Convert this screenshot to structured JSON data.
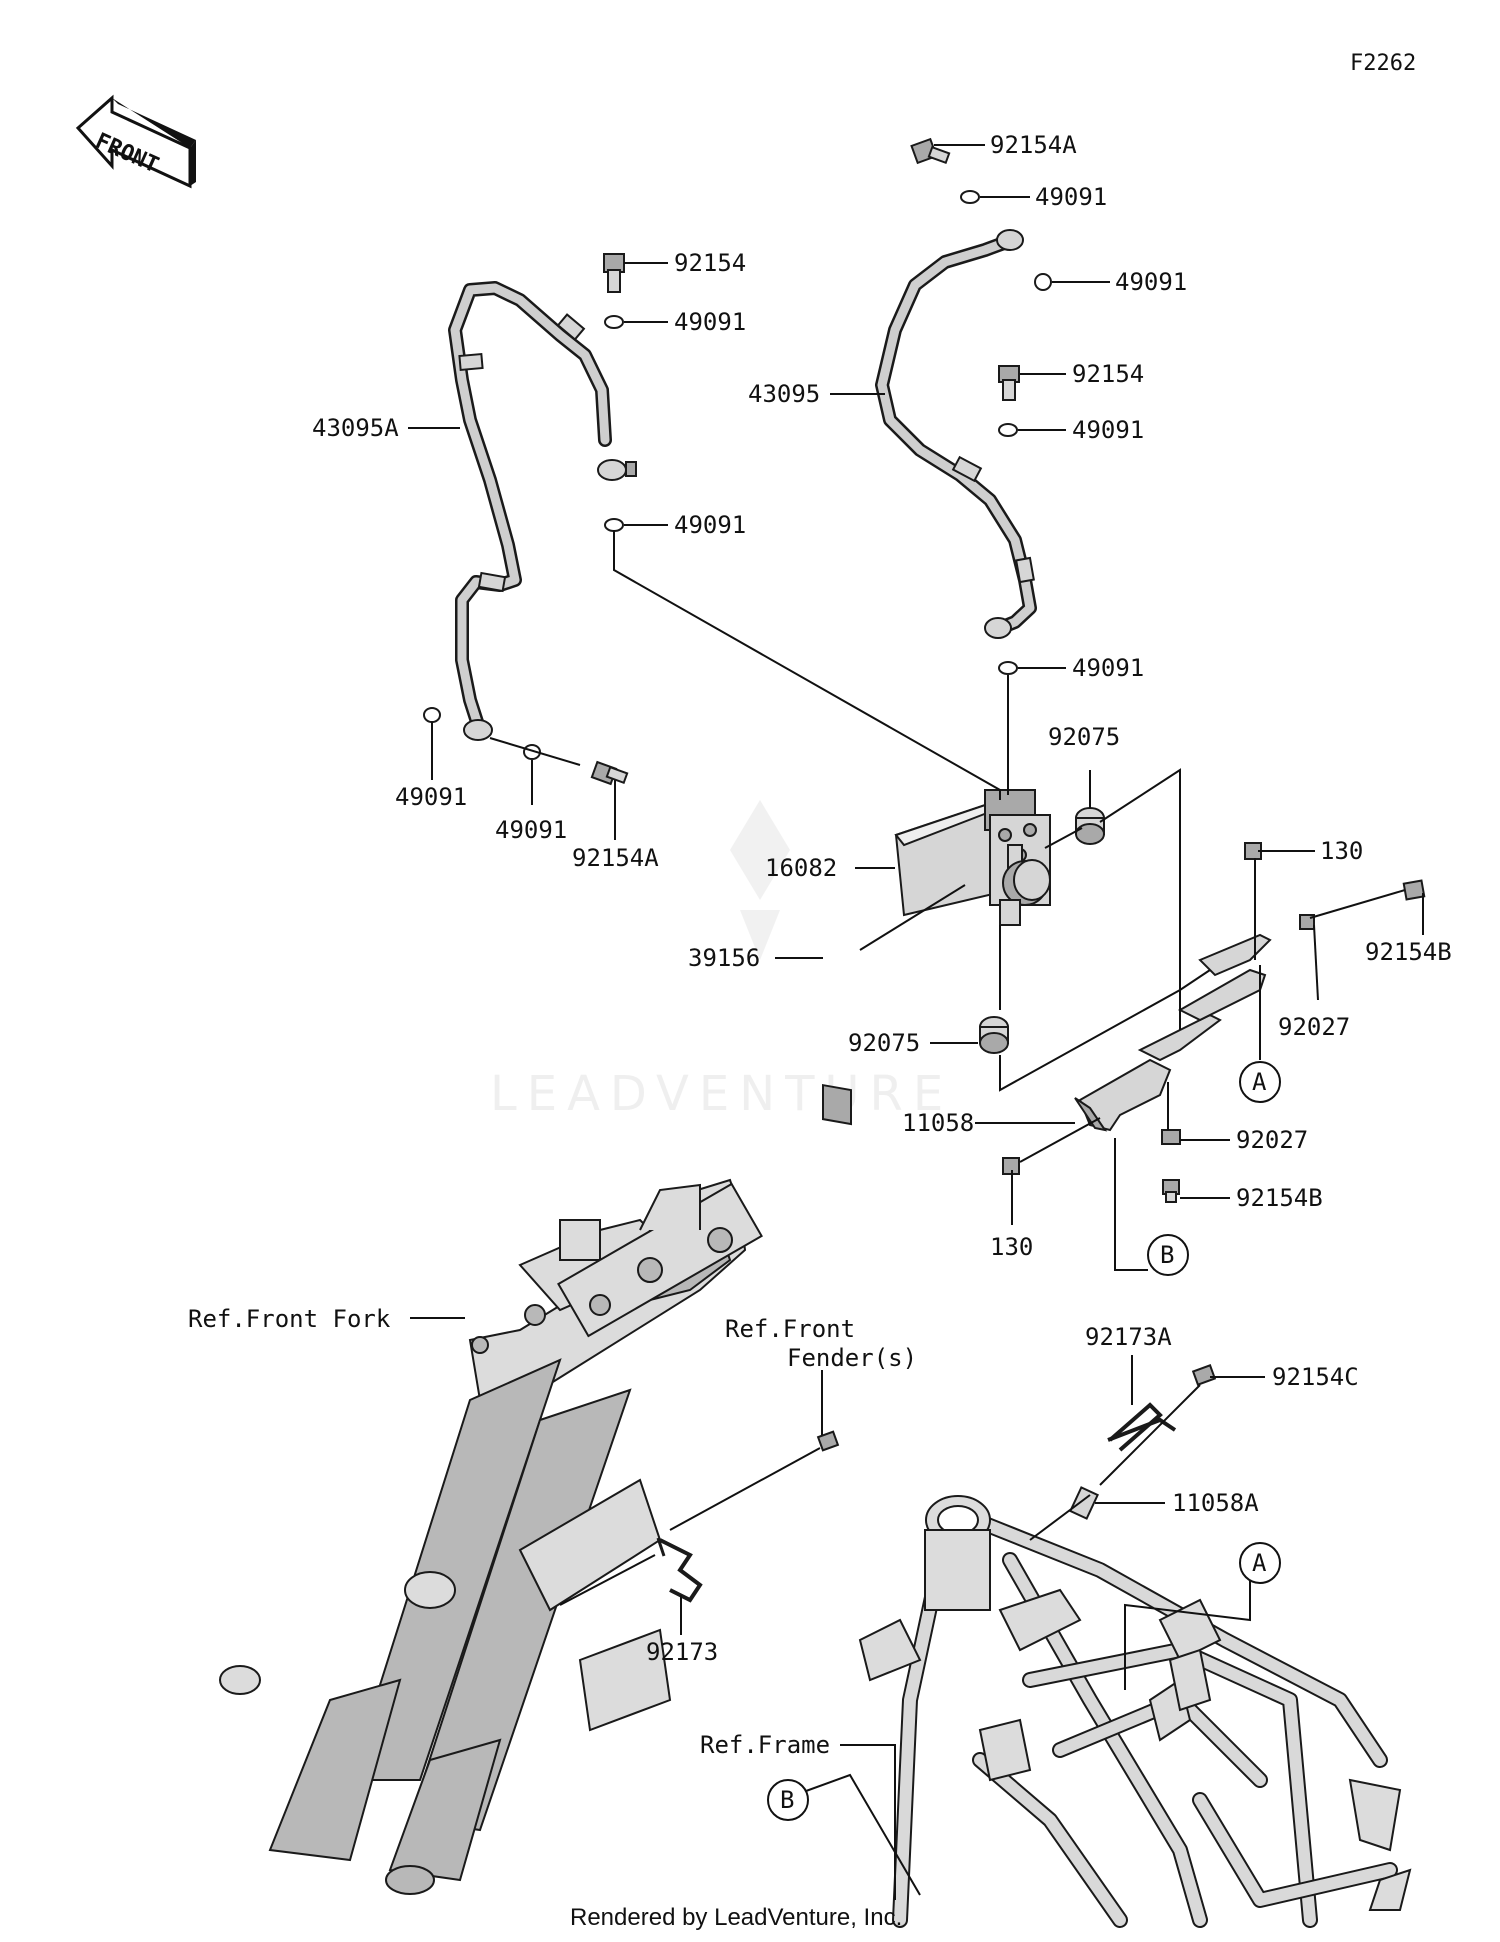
{
  "diagram_code": "F2262",
  "front_arrow_label": "FRONT",
  "watermark_text": "LEADVENTURE",
  "footer_text": "Rendered by LeadVenture, Inc.",
  "callouts": {
    "c_92154A_top": "92154A",
    "c_49091_a": "49091",
    "c_49091_b": "49091",
    "c_43095": "43095",
    "c_92154_right": "92154",
    "c_49091_c": "49091",
    "c_49091_d": "49091",
    "c_92154_left": "92154",
    "c_49091_e": "49091",
    "c_43095A": "43095A",
    "c_49091_f": "49091",
    "c_49091_g": "49091",
    "c_49091_h": "49091",
    "c_92154A_bottom": "92154A",
    "c_92075_top": "92075",
    "c_16082": "16082",
    "c_39156": "39156",
    "c_92075_bottom": "92075",
    "c_130_top": "130",
    "c_92154B_right": "92154B",
    "c_92027_right": "92027",
    "c_11058": "11058",
    "c_92027_bottom": "92027",
    "c_92154B_bottom": "92154B",
    "c_130_bottom": "130",
    "ref_a_top": "A",
    "ref_b_top": "B",
    "ref_front_fork": "Ref.Front Fork",
    "ref_front_fender_1": "Ref.Front",
    "ref_front_fender_2": "Fender(s)",
    "c_92173": "92173",
    "c_92173A": "92173A",
    "c_92154C": "92154C",
    "c_11058A": "11058A",
    "ref_a_bottom": "A",
    "ref_frame": "Ref.Frame",
    "ref_b_bottom": "B"
  }
}
